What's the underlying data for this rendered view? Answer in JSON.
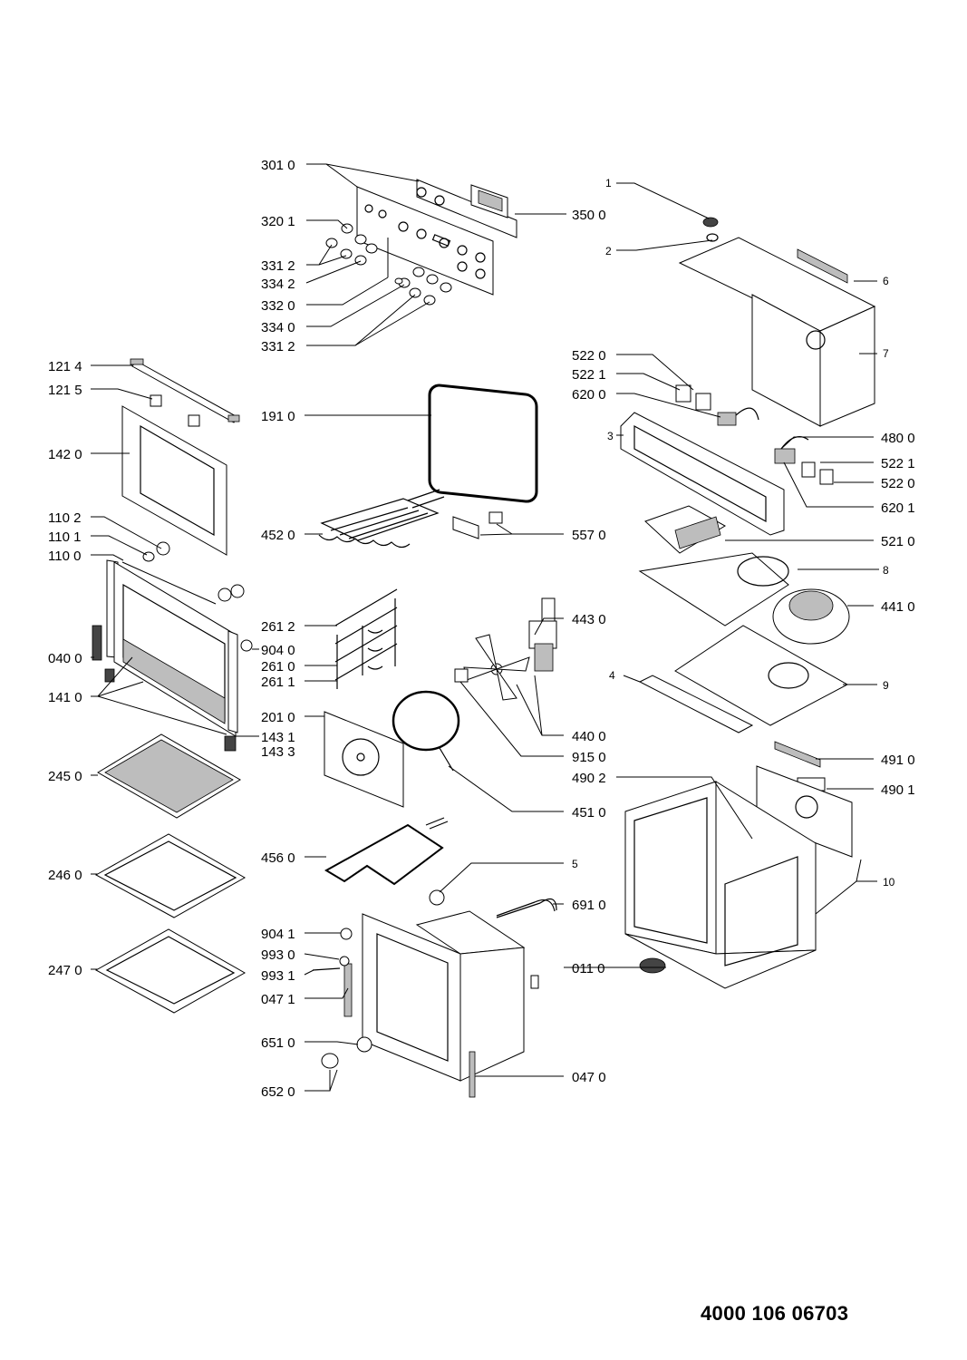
{
  "document_number": "4000 106 06703",
  "labels": [
    {
      "id": "p3010",
      "text": "301 0"
    },
    {
      "id": "p3201",
      "text": "320 1"
    },
    {
      "id": "p3312a",
      "text": "331 2"
    },
    {
      "id": "p3342",
      "text": "334 2"
    },
    {
      "id": "p3320",
      "text": "332 0"
    },
    {
      "id": "p3340",
      "text": "334 0"
    },
    {
      "id": "p3312b",
      "text": "331 2"
    },
    {
      "id": "p3500",
      "text": "350 0"
    },
    {
      "id": "p1",
      "text": "1"
    },
    {
      "id": "p2",
      "text": "2"
    },
    {
      "id": "p6",
      "text": "6"
    },
    {
      "id": "p7",
      "text": "7"
    },
    {
      "id": "p1214",
      "text": "121 4"
    },
    {
      "id": "p1215",
      "text": "121 5"
    },
    {
      "id": "p1420",
      "text": "142 0"
    },
    {
      "id": "p1910",
      "text": "191 0"
    },
    {
      "id": "p5220a",
      "text": "522 0"
    },
    {
      "id": "p5221a",
      "text": "522 1"
    },
    {
      "id": "p6200",
      "text": "620 0"
    },
    {
      "id": "p3",
      "text": "3"
    },
    {
      "id": "p4800",
      "text": "480 0"
    },
    {
      "id": "p5221b",
      "text": "522 1"
    },
    {
      "id": "p5220b",
      "text": "522 0"
    },
    {
      "id": "p6201",
      "text": "620 1"
    },
    {
      "id": "p1102",
      "text": "110 2"
    },
    {
      "id": "p1101",
      "text": "110 1"
    },
    {
      "id": "p1100",
      "text": "110 0"
    },
    {
      "id": "p4520",
      "text": "452 0"
    },
    {
      "id": "p5570",
      "text": "557 0"
    },
    {
      "id": "p5210",
      "text": "521 0"
    },
    {
      "id": "p8",
      "text": "8"
    },
    {
      "id": "p4410",
      "text": "441 0"
    },
    {
      "id": "p0400",
      "text": "040 0"
    },
    {
      "id": "p2612",
      "text": "261 2"
    },
    {
      "id": "p9040",
      "text": "904 0"
    },
    {
      "id": "p2610",
      "text": "261 0"
    },
    {
      "id": "p2611",
      "text": "261 1"
    },
    {
      "id": "p4430",
      "text": "443 0"
    },
    {
      "id": "p4",
      "text": "4"
    },
    {
      "id": "p9",
      "text": "9"
    },
    {
      "id": "p1410",
      "text": "141 0"
    },
    {
      "id": "p2010",
      "text": "201 0"
    },
    {
      "id": "p1431",
      "text": "143 1"
    },
    {
      "id": "p1433",
      "text": "143 3"
    },
    {
      "id": "p4400",
      "text": "440 0"
    },
    {
      "id": "p9150",
      "text": "915 0"
    },
    {
      "id": "p4910",
      "text": "491 0"
    },
    {
      "id": "p4902",
      "text": "490 2"
    },
    {
      "id": "p4901",
      "text": "490 1"
    },
    {
      "id": "p2450",
      "text": "245 0"
    },
    {
      "id": "p4510",
      "text": "451 0"
    },
    {
      "id": "p4560",
      "text": "456 0"
    },
    {
      "id": "p2460",
      "text": "246 0"
    },
    {
      "id": "p5",
      "text": "5"
    },
    {
      "id": "p10",
      "text": "10"
    },
    {
      "id": "p6910",
      "text": "691 0"
    },
    {
      "id": "p9041",
      "text": "904 1"
    },
    {
      "id": "p9930",
      "text": "993 0"
    },
    {
      "id": "p9931",
      "text": "993 1"
    },
    {
      "id": "p2470",
      "text": "247 0"
    },
    {
      "id": "p0110",
      "text": "011 0"
    },
    {
      "id": "p0471",
      "text": "047 1"
    },
    {
      "id": "p6510",
      "text": "651 0"
    },
    {
      "id": "p6520",
      "text": "652 0"
    },
    {
      "id": "p0470",
      "text": "047 0"
    }
  ]
}
